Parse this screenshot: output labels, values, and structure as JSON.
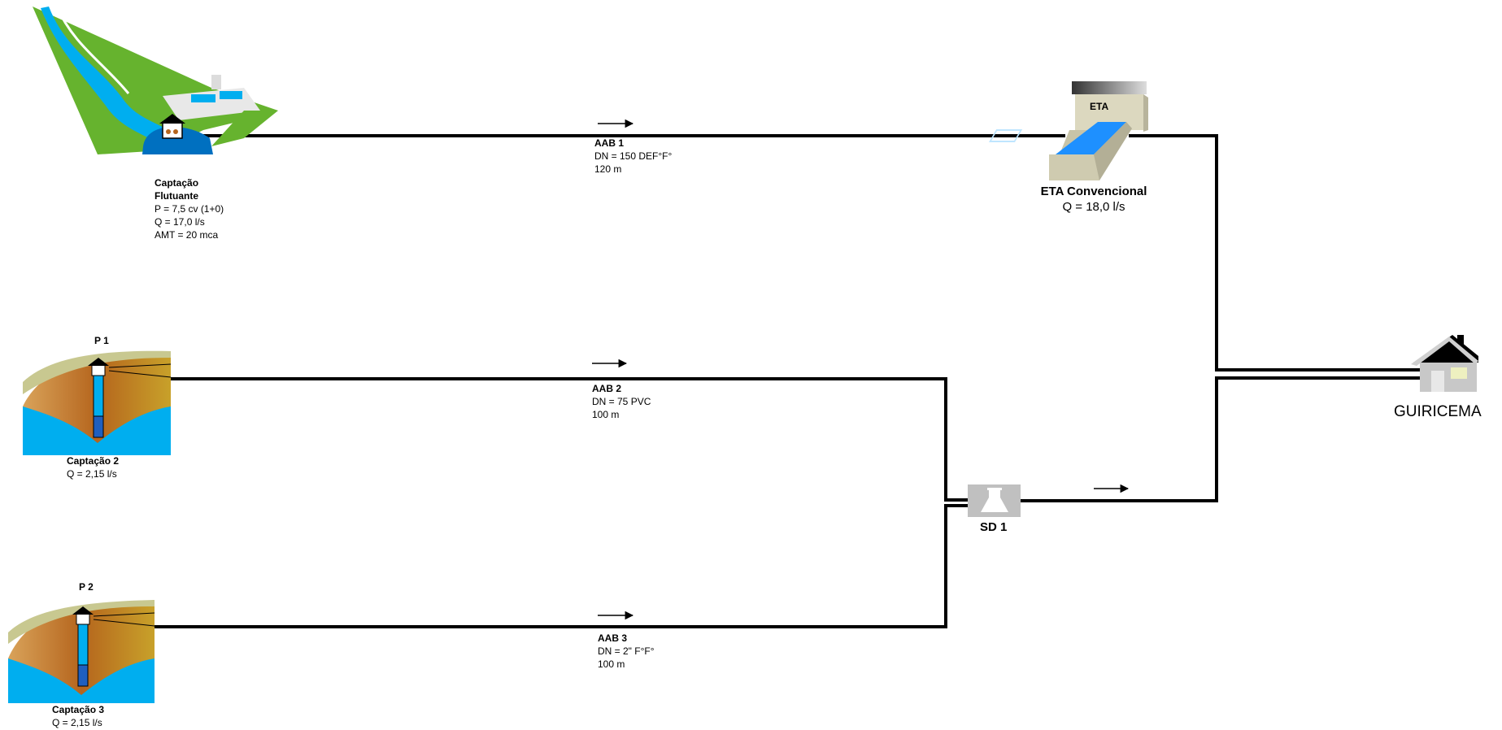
{
  "captacao_flutuante": {
    "title_line1": "Captação",
    "title_line2": "Flutuante",
    "power": "P = 7,5 cv (1+0)",
    "flow": "Q = 17,0 l/s",
    "head": "AMT = 20 mca"
  },
  "aab1": {
    "name": "AAB 1",
    "dn": "DN = 150 DEF°F°",
    "length": "120 m"
  },
  "eta": {
    "roof_label": "ETA",
    "name": "ETA Convencional",
    "flow": "Q = 18,0 l/s"
  },
  "p1": {
    "well_label": "P 1",
    "name": "Captação 2",
    "flow": "Q = 2,15  l/s"
  },
  "aab2": {
    "name": "AAB 2",
    "dn": "DN = 75 PVC",
    "length": "100 m"
  },
  "sd1": {
    "name": "SD 1"
  },
  "p2": {
    "well_label": "P 2",
    "name": "Captação 3",
    "flow": "Q = 2,15  l/s"
  },
  "aab3": {
    "name": "AAB 3",
    "dn": "DN = 2\" F°F°",
    "length": "100 m"
  },
  "destination": {
    "name": "GUIRICEMA"
  },
  "colors": {
    "pipe": "#000000",
    "grass": "#66b32e",
    "water": "#00aeef",
    "water_dark": "#0070c0",
    "soil": "#b5651d",
    "eta_tank": "#1e90ff",
    "house": "#c8c8c8"
  }
}
